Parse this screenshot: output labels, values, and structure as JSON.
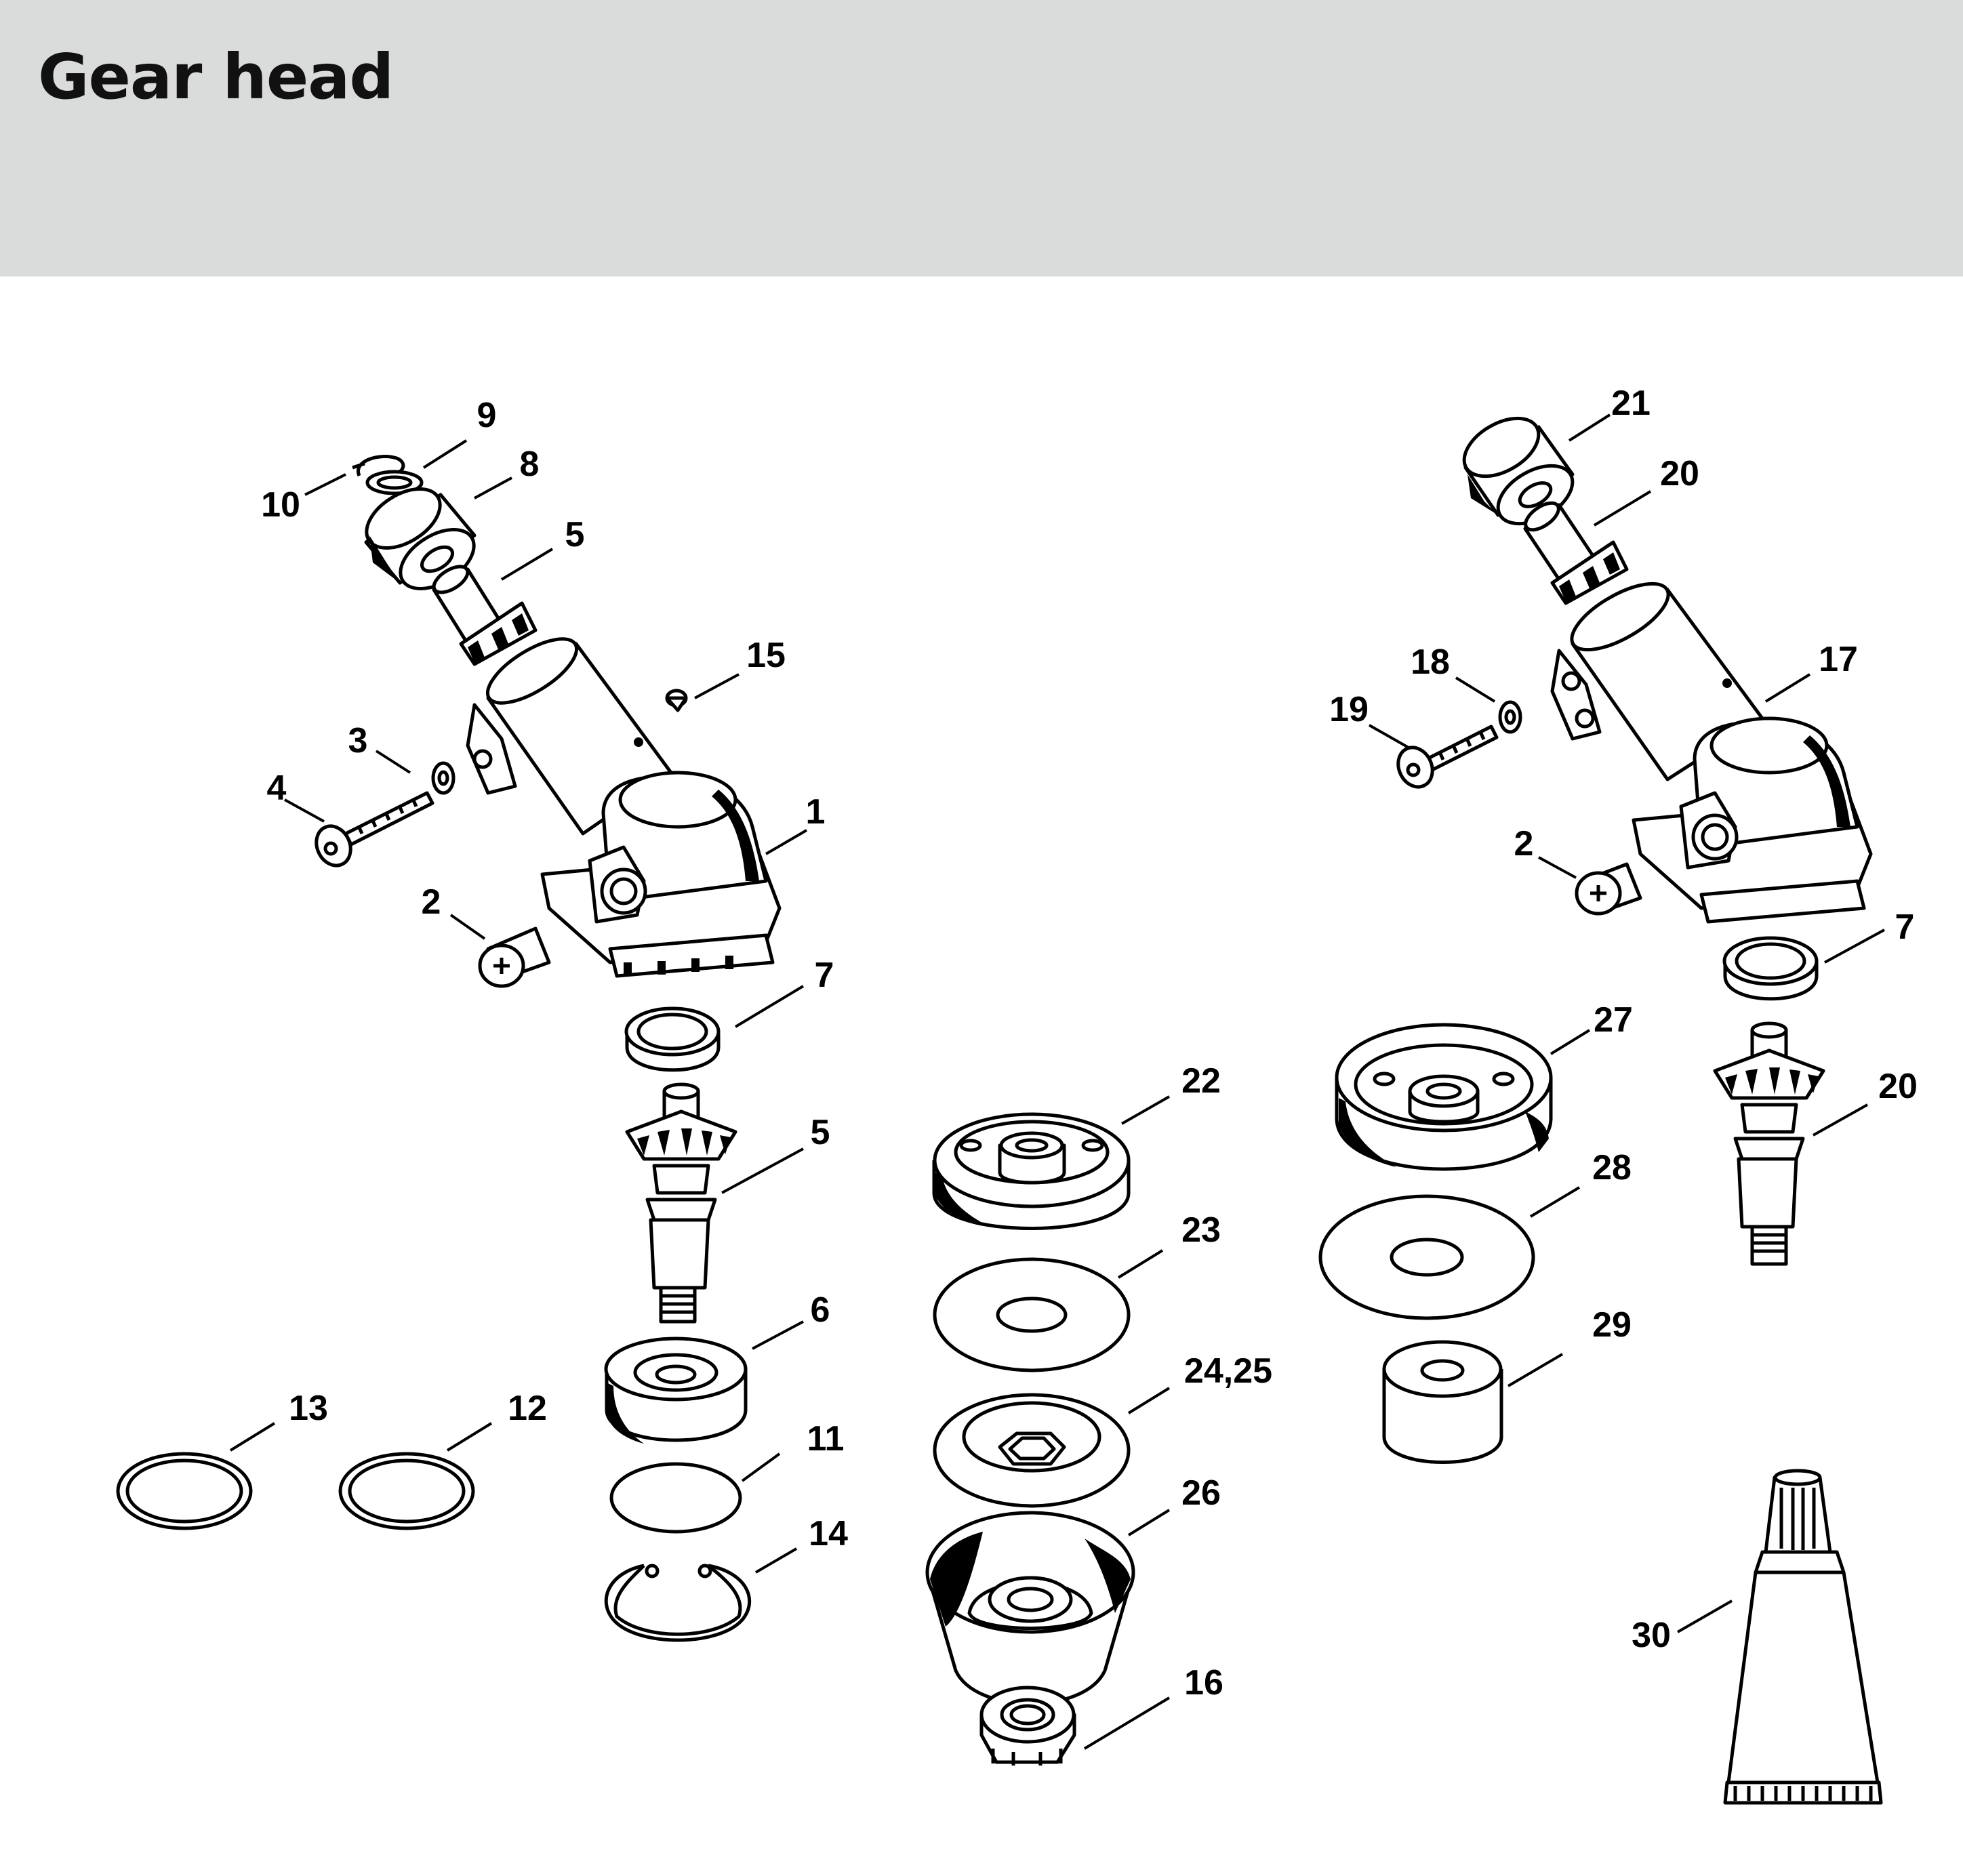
{
  "title": "Gear head",
  "labels": {
    "p1": "1",
    "p2a": "2",
    "p2b": "2",
    "p3": "3",
    "p4": "4",
    "p5a": "5",
    "p5b": "5",
    "p6": "6",
    "p7a": "7",
    "p7b": "7",
    "p8": "8",
    "p9": "9",
    "p10": "10",
    "p11": "11",
    "p12": "12",
    "p13": "13",
    "p14": "14",
    "p15": "15",
    "p16": "16",
    "p17": "17",
    "p18": "18",
    "p19": "19",
    "p20a": "20",
    "p20b": "20",
    "p21": "21",
    "p22": "22",
    "p23": "23",
    "p24": "24,25",
    "p26": "26",
    "p27": "27",
    "p28": "28",
    "p29": "29",
    "p30": "30"
  },
  "colors": {
    "header_bg": "#dadcdb",
    "ink": "#000000"
  }
}
